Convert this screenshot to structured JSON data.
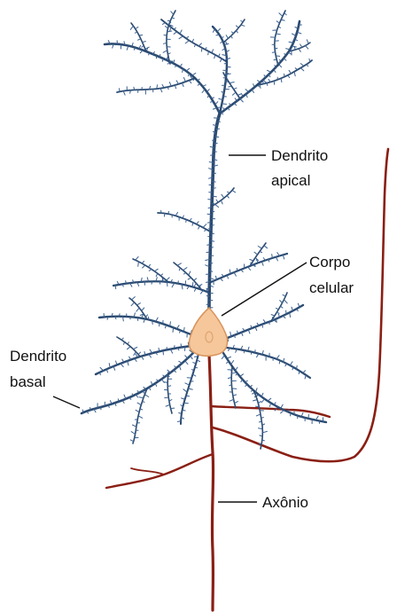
{
  "labels": {
    "apical_line1": "Dendrito",
    "apical_line2": "apical",
    "soma_line1": "Corpo",
    "soma_line2": "celular",
    "basal_line1": "Dendrito",
    "basal_line2": "basal",
    "axon": "Axônio"
  },
  "colors": {
    "dendrite": "#2b4a70",
    "dendrite_spine": "#3a6090",
    "axon": "#8a1f14",
    "soma_fill": "#f5c79a",
    "soma_stroke": "#d8935c",
    "nucleus": "#e0a574"
  }
}
